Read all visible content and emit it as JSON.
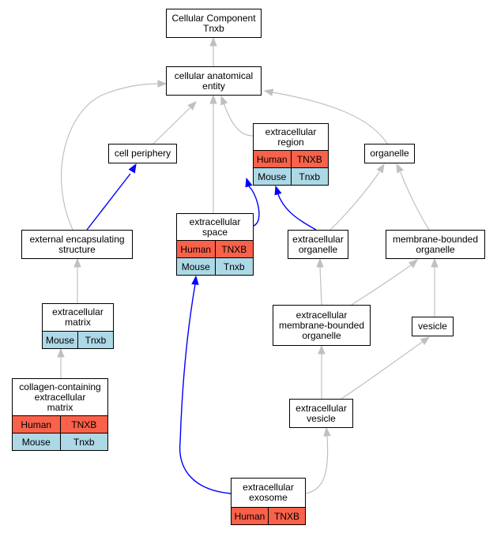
{
  "colors": {
    "human": "#fa614a",
    "mouse": "#add8e6",
    "edge_default": "#c0c0c0",
    "edge_highlight": "#0000ff"
  },
  "nodes": {
    "root": {
      "lines": [
        "Cellular Component",
        "Tnxb"
      ]
    },
    "cell_anatomical_entity": {
      "lines": [
        "cellular anatomical",
        "entity"
      ]
    },
    "cell_periphery": {
      "lines": [
        "cell periphery"
      ]
    },
    "extracellular_region": {
      "lines": [
        "extracellular",
        "region"
      ],
      "rows": [
        {
          "species": "Human",
          "gene": "TNXB"
        },
        {
          "species": "Mouse",
          "gene": "Tnxb"
        }
      ]
    },
    "organelle": {
      "lines": [
        "organelle"
      ]
    },
    "external_encapsulating_structure": {
      "lines": [
        "external encapsulating",
        "structure"
      ]
    },
    "extracellular_space": {
      "lines": [
        "extracellular",
        "space"
      ],
      "rows": [
        {
          "species": "Human",
          "gene": "TNXB"
        },
        {
          "species": "Mouse",
          "gene": "Tnxb"
        }
      ]
    },
    "extracellular_organelle": {
      "lines": [
        "extracellular",
        "organelle"
      ]
    },
    "membrane_bounded_organelle": {
      "lines": [
        "membrane-bounded",
        "organelle"
      ]
    },
    "extracellular_matrix": {
      "lines": [
        "extracellular",
        "matrix"
      ],
      "rows": [
        {
          "species": "Mouse",
          "gene": "Tnxb"
        }
      ]
    },
    "extracellular_membrane_bounded_organelle": {
      "lines": [
        "extracellular",
        "membrane-bounded",
        "organelle"
      ]
    },
    "vesicle": {
      "lines": [
        "vesicle"
      ]
    },
    "collagen_containing_extracellular_matrix": {
      "lines": [
        "collagen-containing",
        "extracellular",
        "matrix"
      ],
      "rows": [
        {
          "species": "Human",
          "gene": "TNXB"
        },
        {
          "species": "Mouse",
          "gene": "Tnxb"
        }
      ]
    },
    "extracellular_vesicle": {
      "lines": [
        "extracellular",
        "vesicle"
      ]
    },
    "extracellular_exosome": {
      "lines": [
        "extracellular",
        "exosome"
      ],
      "rows": [
        {
          "species": "Human",
          "gene": "TNXB"
        }
      ]
    }
  },
  "edges": [
    {
      "from": "cell_anatomical_entity",
      "to": "root",
      "highlight": false
    },
    {
      "from": "cell_periphery",
      "to": "cell_anatomical_entity",
      "highlight": false
    },
    {
      "from": "extracellular_region",
      "to": "cell_anatomical_entity",
      "highlight": false
    },
    {
      "from": "organelle",
      "to": "cell_anatomical_entity",
      "highlight": false
    },
    {
      "from": "external_encapsulating_structure",
      "to": "cell_anatomical_entity",
      "highlight": false
    },
    {
      "from": "external_encapsulating_structure",
      "to": "cell_periphery",
      "highlight": true
    },
    {
      "from": "extracellular_space",
      "to": "cell_anatomical_entity",
      "highlight": false
    },
    {
      "from": "extracellular_space",
      "to": "extracellular_region",
      "highlight": true
    },
    {
      "from": "extracellular_organelle",
      "to": "extracellular_region",
      "highlight": true
    },
    {
      "from": "extracellular_organelle",
      "to": "organelle",
      "highlight": false
    },
    {
      "from": "membrane_bounded_organelle",
      "to": "organelle",
      "highlight": false
    },
    {
      "from": "extracellular_matrix",
      "to": "external_encapsulating_structure",
      "highlight": false
    },
    {
      "from": "extracellular_membrane_bounded_organelle",
      "to": "extracellular_organelle",
      "highlight": false
    },
    {
      "from": "extracellular_membrane_bounded_organelle",
      "to": "membrane_bounded_organelle",
      "highlight": false
    },
    {
      "from": "vesicle",
      "to": "membrane_bounded_organelle",
      "highlight": false
    },
    {
      "from": "collagen_containing_extracellular_matrix",
      "to": "extracellular_matrix",
      "highlight": false
    },
    {
      "from": "extracellular_vesicle",
      "to": "extracellular_membrane_bounded_organelle",
      "highlight": false
    },
    {
      "from": "extracellular_vesicle",
      "to": "vesicle",
      "highlight": false
    },
    {
      "from": "extracellular_exosome",
      "to": "extracellular_vesicle",
      "highlight": false
    },
    {
      "from": "extracellular_exosome",
      "to": "extracellular_space",
      "highlight": true
    }
  ]
}
